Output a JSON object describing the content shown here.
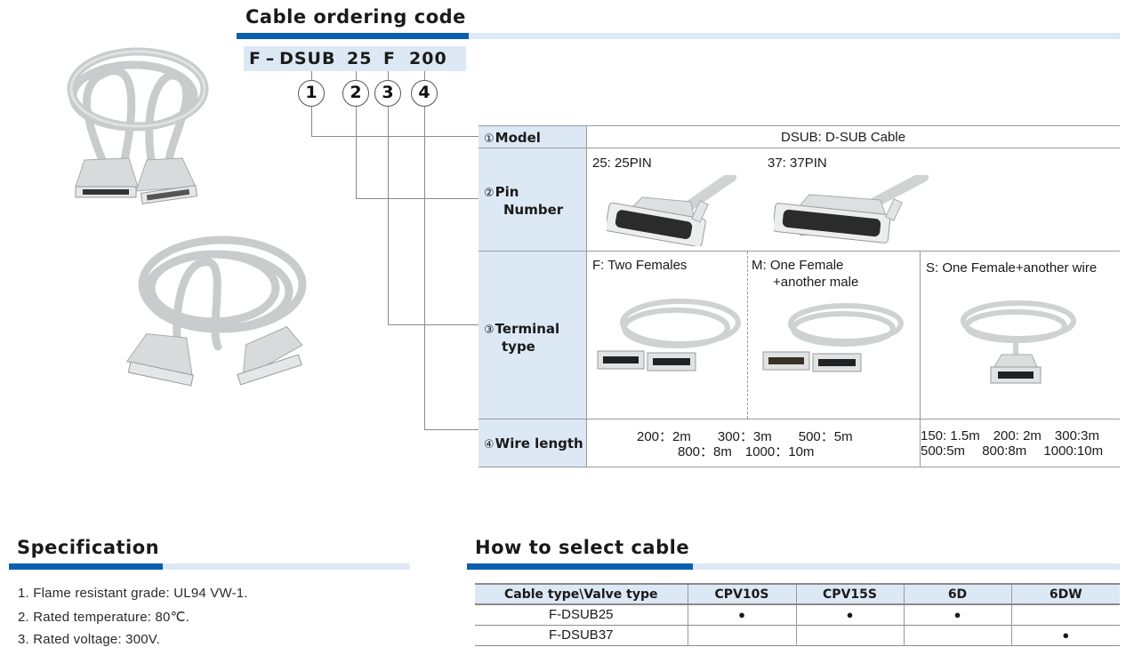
{
  "ordering": {
    "title": "Cable ordering code",
    "code_parts": [
      "F – DSUB",
      "25",
      "F",
      "200"
    ],
    "circles": [
      "1",
      "2",
      "3",
      "4"
    ],
    "rows": {
      "model": {
        "num": "①",
        "label": "Model",
        "value": "DSUB: D-SUB Cable"
      },
      "pin": {
        "num": "②",
        "label_line1": "Pin",
        "label_line2": "Number",
        "options": [
          {
            "text": "25: 25PIN",
            "image": "25-pin-dsub-connector-photo"
          },
          {
            "text": "37: 37PIN",
            "image": "37-pin-dsub-connector-photo"
          }
        ]
      },
      "terminal": {
        "num": "③",
        "label_line1": "Terminal",
        "label_line2": "type",
        "options": [
          {
            "line1": "F: Two Females",
            "line2": "",
            "image": "two-females-cable-photo"
          },
          {
            "line1": "M: One Female",
            "line2": "+another male",
            "image": "female-male-cable-photo"
          },
          {
            "line1": "S: One Female+another wire",
            "line2": "",
            "image": "female-wire-cable-photo"
          }
        ]
      },
      "length": {
        "num": "④",
        "label": "Wire length",
        "fm_line1": "200：2m  300：3m  500：5m",
        "fm_line2": "800：8m 1000：10m",
        "s_line1": "150: 1.5m 200: 2m 300:3m",
        "s_line2": "500:5m  800:8m  1000:10m"
      }
    }
  },
  "product_images": [
    "25-pin-cable-product-photo",
    "37-pin-cable-product-photo"
  ],
  "specification": {
    "title": "Specification",
    "items": [
      "1. Flame resistant grade: UL94  VW-1.",
      "2. Rated temperature: 80℃.",
      "3. Rated voltage: 300V."
    ]
  },
  "select": {
    "title": "How to select cable",
    "headers": [
      "Cable type\\Valve type",
      "CPV10S",
      "CPV15S",
      "6D",
      "6DW"
    ],
    "rows": [
      {
        "cable": "F-DSUB25",
        "cells": [
          "●",
          "●",
          "●",
          ""
        ]
      },
      {
        "cable": "F-DSUB37",
        "cells": [
          "",
          "",
          "",
          "●"
        ]
      }
    ]
  },
  "colors": {
    "accent": "#0a5fae",
    "accent_light": "#dde8f5",
    "rule": "#9a9a9a"
  }
}
